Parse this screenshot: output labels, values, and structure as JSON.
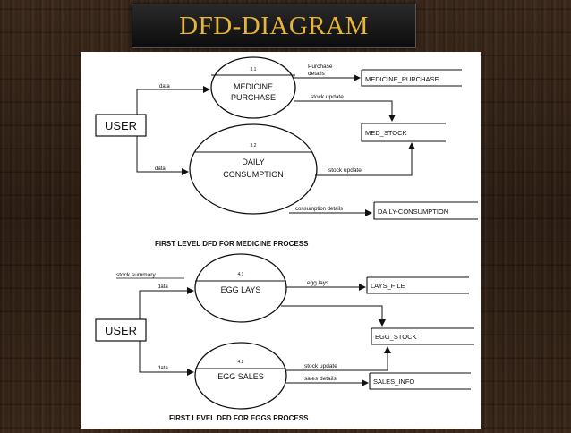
{
  "title": "DFD-DIAGRAM",
  "medicine": {
    "user": "USER",
    "p1_num": "3.1",
    "p1_line1": "MEDICINE",
    "p1_line2": "PURCHASE",
    "p2_num": "3.2",
    "p2_line1": "DAILY",
    "p2_line2": "CONSUMPTION",
    "store_purchase": "MEDICINE_PURCHASE",
    "store_stock": "MED_STOCK",
    "store_consumption": "DAILY-CONSUMPTION",
    "flow_data_1": "data",
    "flow_data_2": "data",
    "flow_purchase_1": "Purchase",
    "flow_purchase_2": "details",
    "flow_stock_update_1": "stock update",
    "flow_stock_update_2": "stock update",
    "flow_consumption": "consumption details",
    "caption": "FIRST LEVEL DFD FOR MEDICINE PROCESS"
  },
  "eggs": {
    "user": "USER",
    "stock_summary": "stock summary",
    "p1_num": "4.1",
    "p1_label": "EGG LAYS",
    "p2_num": "4.2",
    "p2_label": "EGG SALES",
    "store_lays": "LAYS_FILE",
    "store_stock": "EGG_STOCK",
    "store_sales": "SALES_INFO",
    "flow_data_1": "data",
    "flow_data_2": "data",
    "flow_egg_lays": "egg lays",
    "flow_stock_update": "stock update",
    "flow_sales_details": "sales details",
    "caption": "FIRST LEVEL DFD FOR EGGS PROCESS"
  }
}
